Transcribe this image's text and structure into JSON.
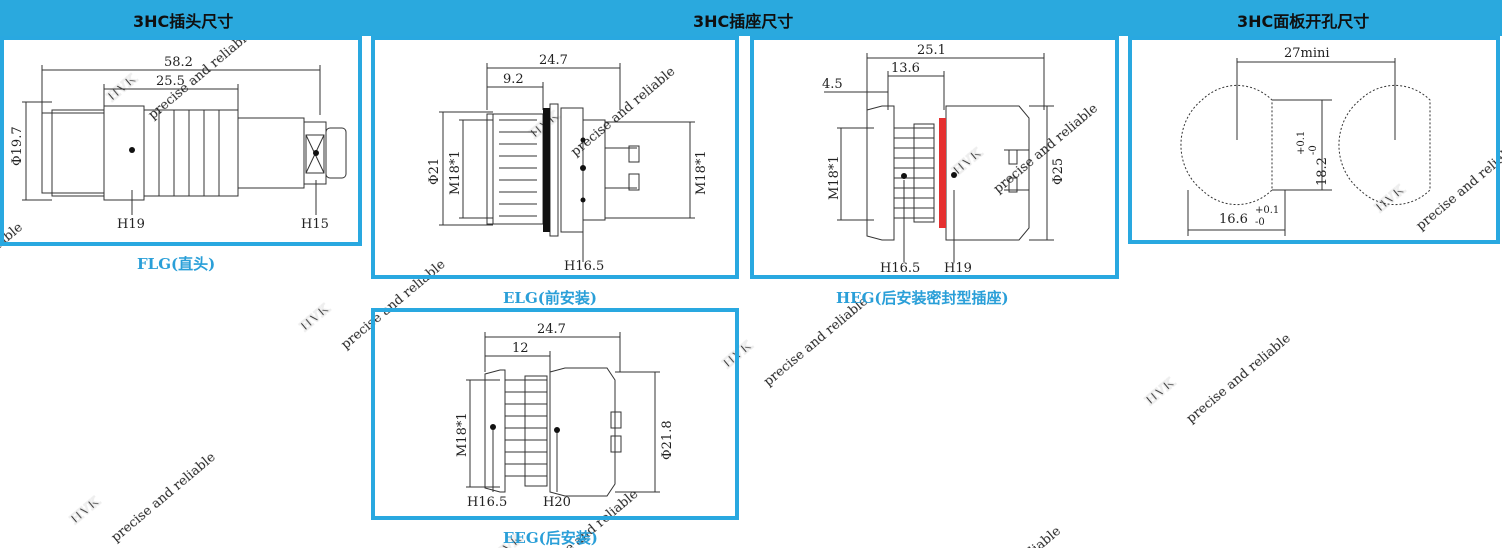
{
  "headers": {
    "plug": "3HC插头尺寸",
    "socket": "3HC插座尺寸",
    "panel_cutout": "3HC面板开孔尺寸"
  },
  "panels": {
    "flg": {
      "caption": "FLG(直头)",
      "dim_overall": "58.2",
      "dim_body": "25.5",
      "dim_dia": "Φ19.7",
      "label_h19": "H19",
      "label_h15": "H15"
    },
    "elg": {
      "caption": "ELG(前安装)",
      "dim_overall": "24.7",
      "dim_flange": "9.2",
      "dim_dia": "Φ21",
      "dim_thread_left": "M18*1",
      "dim_thread_right": "M18*1",
      "label_h165": "H16.5"
    },
    "heg": {
      "caption": "HEG(后安装密封型插座)",
      "dim_overall": "25.1",
      "dim_mid": "13.6",
      "dim_small": "4.5",
      "dim_thread": "M18*1",
      "dim_dia": "Φ25",
      "label_h165": "H16.5",
      "label_h19": "H19"
    },
    "eeg": {
      "caption": "EEG(后安装)",
      "dim_overall": "24.7",
      "dim_flange": "12",
      "dim_thread": "M18*1",
      "dim_dia": "Φ21.8",
      "label_h165": "H16.5",
      "label_h20": "H20"
    },
    "cutout": {
      "dim_spacing": "27mini",
      "dim_height": "18.2",
      "dim_height_tol_upper": "+0.1",
      "dim_height_tol_lower": "-0",
      "dim_width": "16.6",
      "dim_width_tol_upper": "+0.1",
      "dim_width_tol_lower": "-0"
    }
  },
  "colors": {
    "header_bg": "#2aa9de",
    "panel_border": "#29a8e0",
    "caption": "#2a9fd8",
    "seal_red": "#e53030"
  }
}
